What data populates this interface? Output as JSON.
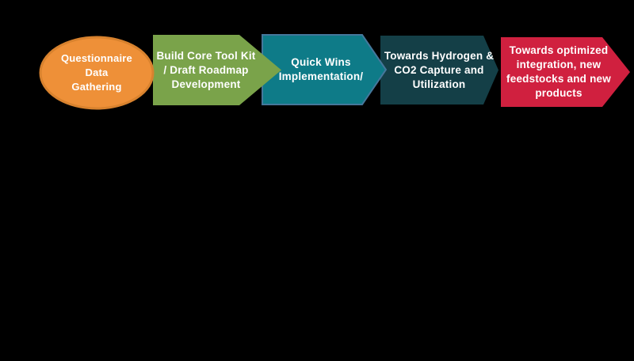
{
  "canvas": {
    "background": "#000000",
    "text_color": "#FFFFFF"
  },
  "diagram": {
    "type": "process-flow",
    "steps": [
      {
        "id": "questionnaire",
        "shape": "ellipse",
        "fill": "#EE9038",
        "stroke": "#D8822E",
        "label": "Questionnaire Data Gathering",
        "lines": [
          "Questionnaire",
          "Data",
          "Gathering"
        ]
      },
      {
        "id": "toolkit",
        "shape": "arrow-right",
        "fill": "#7AA34A",
        "stroke": "none",
        "label": "Build Core Tool Kit / Draft Roadmap Development",
        "lines": [
          "Build Core Tool Kit",
          "/ Draft Roadmap",
          "Development"
        ]
      },
      {
        "id": "quick-wins",
        "shape": "arrow-right",
        "fill": "#0E7B88",
        "stroke": "#45779B",
        "label": "Quick Wins Implementation/",
        "lines": [
          "Quick Wins",
          "Implementation/"
        ]
      },
      {
        "id": "hydrogen-co2",
        "shape": "arrow-right",
        "fill": "#143F47",
        "stroke": "none",
        "label": "Towards Hydrogen & CO2 Capture and Utilization",
        "lines": [
          "Towards Hydrogen &",
          "CO2 Capture and",
          "Utilization"
        ]
      },
      {
        "id": "optimized-integration",
        "shape": "arrow-right",
        "fill": "#D0203F",
        "stroke": "none",
        "label": "Towards optimized integration, new feedstocks and new products",
        "lines": [
          "Towards optimized",
          "integration, new",
          "feedstocks and new",
          "products"
        ]
      }
    ]
  }
}
